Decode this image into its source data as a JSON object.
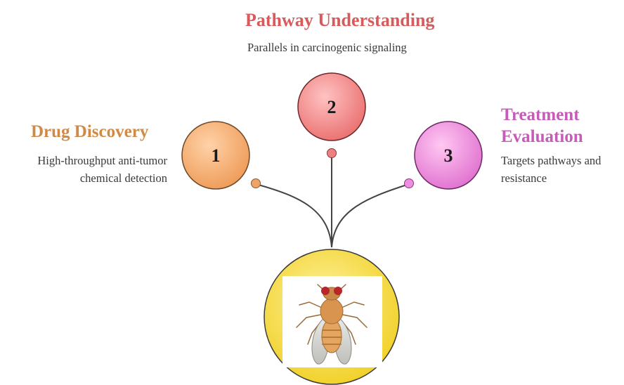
{
  "nodes": [
    {
      "number": "1",
      "title": "Drug Discovery",
      "desc_lines": [
        "High-throughput anti-tumor",
        "chemical detection"
      ],
      "color": "#f1a25f"
    },
    {
      "number": "2",
      "title": "Pathway Understanding",
      "desc_lines": [
        "Parallels in carcinogenic signaling"
      ],
      "color": "#ee7a7a"
    },
    {
      "number": "3",
      "title_lines": [
        "Treatment",
        "Evaluation"
      ],
      "desc_lines": [
        "Targets pathways and",
        "resistance"
      ],
      "color": "#e77fd6"
    }
  ],
  "hub": {
    "icon": "fruit-fly-icon",
    "color": "#f6dc3a"
  }
}
